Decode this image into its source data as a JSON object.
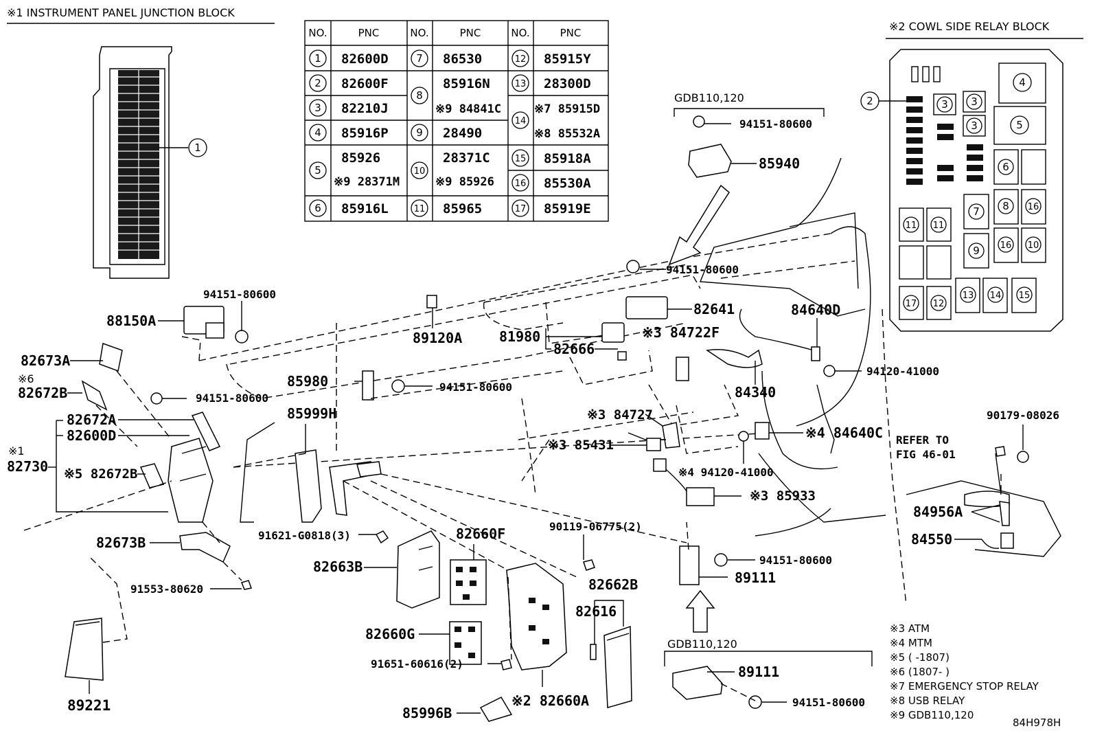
{
  "headers": {
    "instrument_panel": "※1 INSTRUMENT PANEL JUNCTION BLOCK",
    "cowl_side": "※2 COWL SIDE RELAY BLOCK"
  },
  "table": {
    "col_no": "NO.",
    "col_pnc": "PNC",
    "cells": {
      "n1": "1",
      "p1": "82600D",
      "n2": "2",
      "p2": "82600F",
      "n3": "3",
      "p3": "82210J",
      "n4": "4",
      "p4": "85916P",
      "n5": "5",
      "p5a": "85926",
      "p5b": "※9 28371M",
      "n6": "6",
      "p6": "85916L",
      "n7": "7",
      "p7": "86530",
      "n8": "8",
      "p8a": "85916N",
      "p8b": "※9 84841C",
      "n9": "9",
      "p9": "28490",
      "n10": "10",
      "p10a": "28371C",
      "p10b": "※9 85926",
      "n11": "11",
      "p11": "85965",
      "n12": "12",
      "p12": "85915Y",
      "n13": "13",
      "p13": "28300D",
      "n14": "14",
      "p14a": "※7 85915D",
      "p14b": "※8 85532A",
      "n15": "15",
      "p15": "85918A",
      "n16": "16",
      "p16": "85530A",
      "n17": "17",
      "p17": "85919E"
    }
  },
  "labels": {
    "l_88150A": "88150A",
    "l_94151_a": "94151-80600",
    "l_82673A": "82673A",
    "l_note6": "※6",
    "l_82672B_a": "82672B",
    "l_94151_b": "94151-80600",
    "l_82672A": "82672A",
    "l_82600D": "82600D",
    "l_note1": "※1",
    "l_82730": "82730",
    "l_82672B_b": "※5 82672B",
    "l_82673B": "82673B",
    "l_91553": "91553-80620",
    "l_89221": "89221",
    "l_89120A": "89120A",
    "l_85980": "85980",
    "l_94151_c": "94151-80600",
    "l_85999H": "85999H",
    "l_91621": "91621-G0818(3)",
    "l_82663B": "82663B",
    "l_82660F": "82660F",
    "l_82660G": "82660G",
    "l_91651": "91651-60616(2)",
    "l_85996B": "85996B",
    "l_82660A": "※2 82660A",
    "l_90119": "90119-06775(2)",
    "l_82662B": "82662B",
    "l_82616": "82616",
    "l_gdb_top": "GDB110,120",
    "l_94151_d": "94151-80600",
    "l_85940": "85940",
    "l_94151_e": "94151-80600",
    "l_82641": "82641",
    "l_81980": "81980",
    "l_82666": "82666",
    "l_84722F": "※3 84722F",
    "l_84640D": "84640D",
    "l_94120_a": "94120-41000",
    "l_84340": "84340",
    "l_84727": "※3 84727",
    "l_84640C": "※4 84640C",
    "l_85431": "※3 85431",
    "l_94120_b": "※4 94120-41000",
    "l_85933": "※3 85933",
    "l_refer1": "REFER TO",
    "l_refer2": "FIG 46-01",
    "l_90179": "90179-08026",
    "l_84956A": "84956A",
    "l_84550": "84550",
    "l_94151_f": "94151-80600",
    "l_89111_a": "89111",
    "l_gdb_bot": "GDB110,120",
    "l_89111_b": "89111",
    "l_94151_g": "94151-80600",
    "l_1": "1",
    "l_2": "2",
    "relay_4": "4",
    "relay_3a": "3",
    "relay_3b": "3",
    "relay_3c": "3",
    "relay_5": "5",
    "relay_6": "6",
    "relay_7": "7",
    "relay_8": "8",
    "relay_16a": "16",
    "relay_9": "9",
    "relay_16b": "16",
    "relay_10": "10",
    "relay_11a": "11",
    "relay_11b": "11",
    "relay_13": "13",
    "relay_14": "14",
    "relay_15": "15",
    "relay_17": "17",
    "relay_12": "12"
  },
  "notes": {
    "n3": "※3 ATM",
    "n4": "※4 MTM",
    "n5": "※5 (      -1807)",
    "n6": "※6 (1807-      )",
    "n7": "※7 EMERGENCY STOP RELAY",
    "n8": "※8 USB RELAY",
    "n9": "※9 GDB110,120"
  },
  "figure_id": "84H978H"
}
